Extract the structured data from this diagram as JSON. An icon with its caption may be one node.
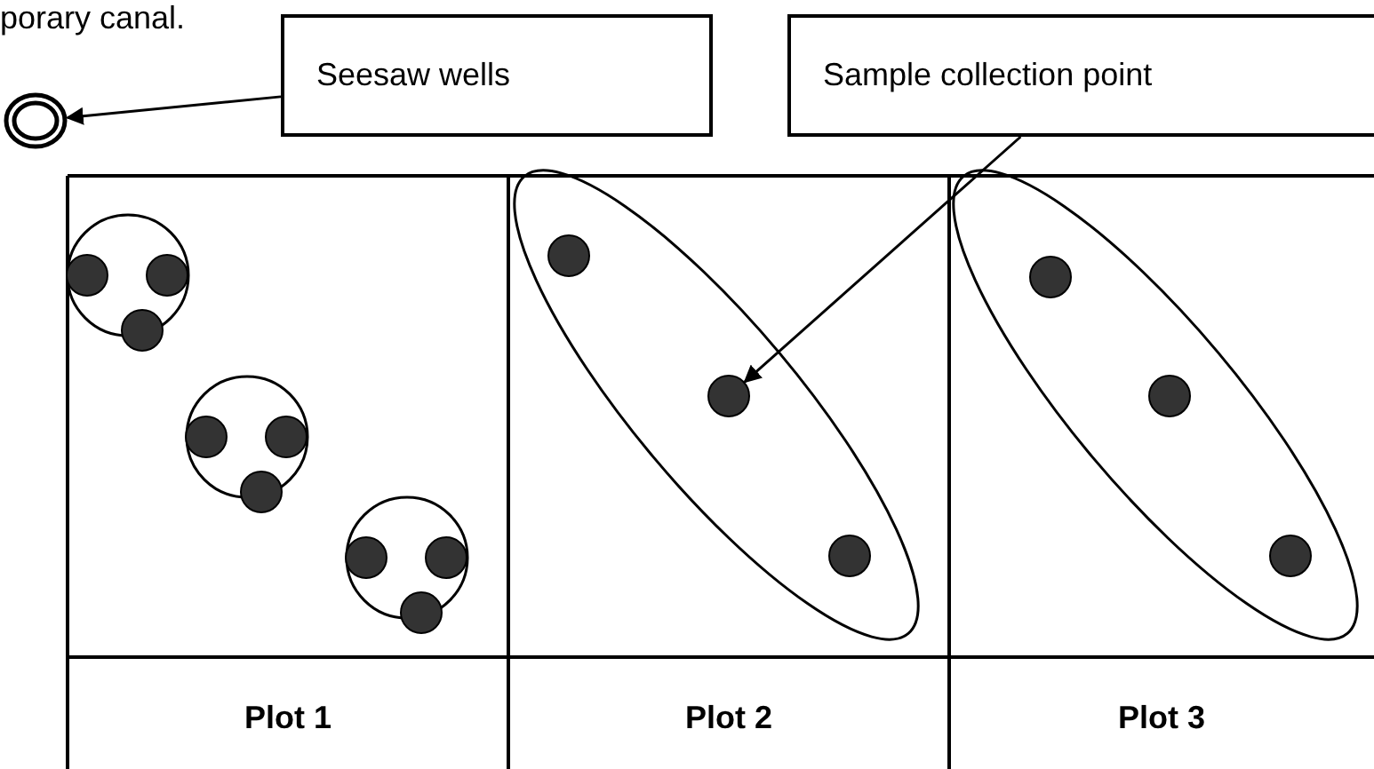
{
  "diagram": {
    "nodes": [
      {
        "text": [
          "Seesaw wells"
        ]
      },
      {
        "text": [
          "Sample collection point"
        ]
      },
      {
        "text": [],
        "shape": "circle"
      },
      {
        "text": [],
        "shape": "circle"
      }
    ],
    "edges": [
      {
        "from": 0,
        "to": 2,
        "arrow": "to"
      },
      {
        "from": 1,
        "to": 3,
        "arrow": "to"
      }
    ],
    "labels": [
      "porary canal.",
      "Plot 1",
      "Plot 2",
      "Plot 3"
    ]
  }
}
